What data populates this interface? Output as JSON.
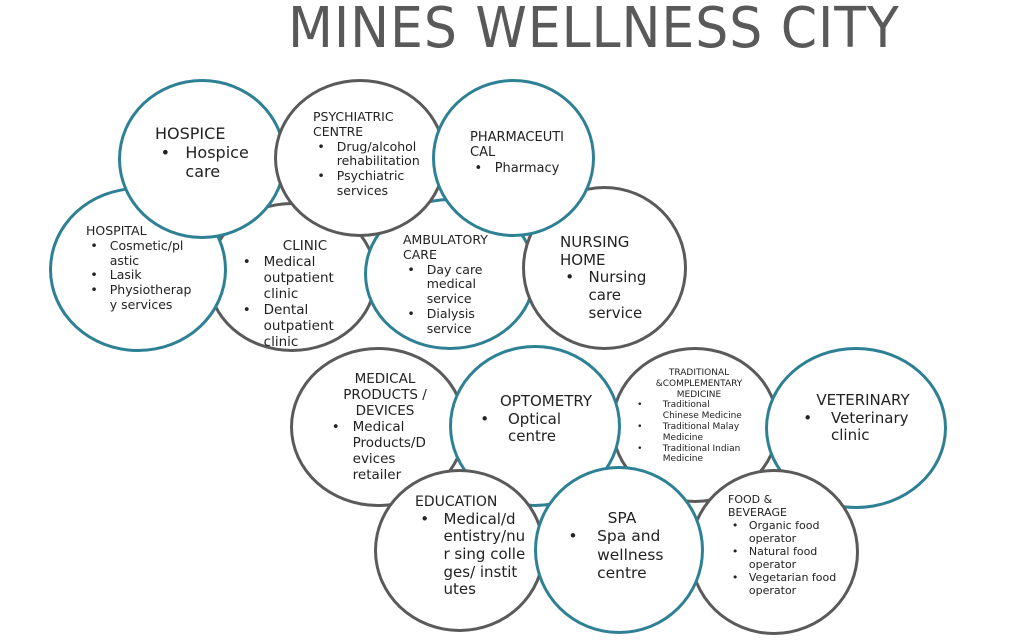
{
  "title": "MINES WELLNESS CITY",
  "colors": {
    "teal": "#2e8194",
    "gray": "#5a5a5a",
    "title": "#595959"
  },
  "bubbles": {
    "hospice": {
      "heading": "HOSPICE",
      "items": [
        "Hospice care"
      ]
    },
    "psychiatric": {
      "heading": "PSYCHIATRIC CENTRE",
      "items": [
        "Drug/alcohol rehabilitation",
        "Psychiatric services"
      ]
    },
    "pharmaceutical": {
      "heading": "PHARMACEUTI CAL",
      "items": [
        "Pharmacy"
      ]
    },
    "hospital": {
      "heading": "HOSPITAL",
      "items": [
        "Cosmetic/pl astic",
        "Lasik",
        "Physiotherap y services"
      ]
    },
    "clinic": {
      "heading": "CLINIC",
      "items": [
        "Medical outpatient clinic",
        "Dental outpatient clinic"
      ]
    },
    "ambulatory": {
      "heading": "AMBULATORY CARE",
      "items": [
        "Day care medical service",
        "Dialysis service"
      ]
    },
    "nursing": {
      "heading": "NURSING HOME",
      "items": [
        "Nursing care service"
      ]
    },
    "medical_products": {
      "heading": "MEDICAL PRODUCTS / DEVICES",
      "items": [
        "Medical Products/D evices retailer"
      ]
    },
    "optometry": {
      "heading": "OPTOMETRY",
      "items": [
        "Optical centre"
      ]
    },
    "traditional": {
      "heading": "TRADITIONAL &COMPLEMENTARY MEDICINE",
      "items": [
        "Traditional Chinese Medicine",
        "Traditional Malay Medicine",
        "Traditional Indian Medicine"
      ]
    },
    "veterinary": {
      "heading": "VETERINARY",
      "items": [
        "Veterinary clinic"
      ]
    },
    "education": {
      "heading": "EDUCATION",
      "items": [
        "Medical/d entistry/nur sing colleges/ institutes"
      ]
    },
    "spa": {
      "heading": "SPA",
      "items": [
        "Spa and wellness centre"
      ]
    },
    "food": {
      "heading": "FOOD & BEVERAGE",
      "items": [
        "Organic food operator",
        "Natural food operator",
        "Vegetarian food operator"
      ]
    }
  }
}
